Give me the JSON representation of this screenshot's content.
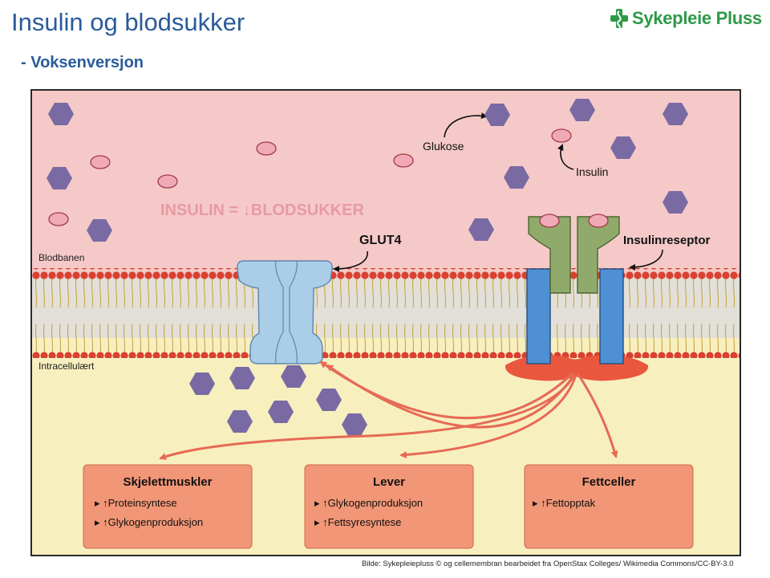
{
  "header": {
    "title": "Insulin og blodsukker",
    "subtitle": "- Voksenversjon",
    "brand": "Sykepleie Pluss"
  },
  "diagram": {
    "banner": "INSULIN = ↓BLODSUKKER",
    "labels": {
      "glukose": "Glukose",
      "insulin": "Insulin",
      "glut4": "GLUT4",
      "insulinreseptor": "Insulinreseptor",
      "blodbanen": "Blodbanen",
      "intracellulaert": "Intracellulært"
    },
    "boxes": [
      {
        "title": "Skjelettmuskler",
        "items": [
          "▸ ↑Proteinsyntese",
          "▸ ↑Glykogenproduksjon"
        ]
      },
      {
        "title": "Lever",
        "items": [
          "▸ ↑Glykogenproduksjon",
          "▸ ↑Fettsyresyntese"
        ]
      },
      {
        "title": "Fettceller",
        "items": [
          "▸ ↑Fettopptak"
        ]
      }
    ],
    "colors": {
      "blood": "#f5c9c8",
      "cell": "#f8efbf",
      "glucose": "#7a6aa3",
      "insulin": "#f0a9b7",
      "membrane_head": "#d8412f",
      "glut4": "#aacde8",
      "receptor_green": "#8faa6a",
      "receptor_blue": "#4f8fd4",
      "arrow": "#e66a55",
      "box": "#f19676"
    }
  },
  "credit": "Bilde: Sykepleiepluss © og cellemembran bearbeidet fra OpenStax Colleges/ Wikimedia Commons/CC-BY-3.0"
}
